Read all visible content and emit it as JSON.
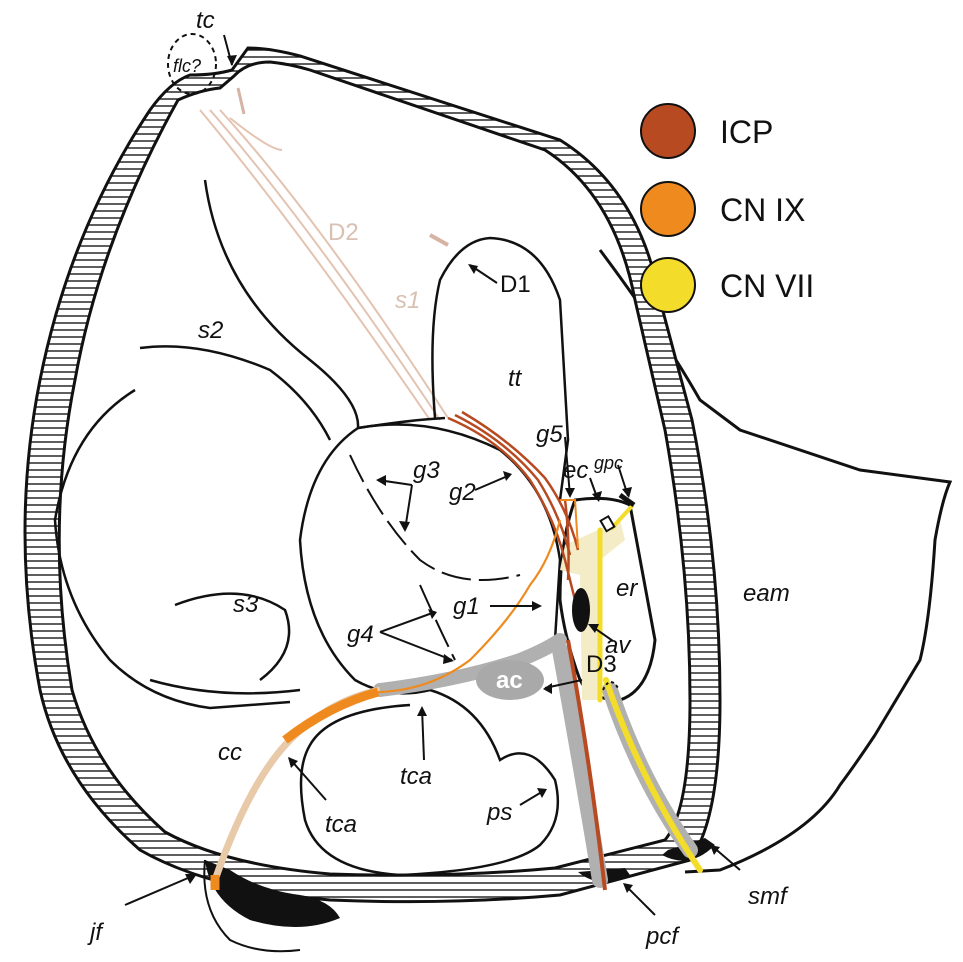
{
  "legend": [
    {
      "label": "ICP",
      "color": "#b84a22"
    },
    {
      "label": "CN IX",
      "color": "#ee8a1e"
    },
    {
      "label": "CN VII",
      "color": "#f3dc2a"
    }
  ],
  "labels": {
    "tc": "tc",
    "flc": "flc?",
    "d1": "D1",
    "d2": "D2",
    "d3": "D3",
    "s1": "s1",
    "s2": "s2",
    "s3": "s3",
    "tt": "tt",
    "g1": "g1",
    "g2": "g2",
    "g3": "g3",
    "g4": "g4",
    "g5": "g5",
    "ec": "ec",
    "gpc": "gpc",
    "er": "er",
    "eam": "eam",
    "av": "av",
    "ac": "ac",
    "cc": "cc",
    "tca_left": "tca",
    "tca_center": "tca",
    "ps": "ps",
    "jf": "jf",
    "pcf": "pcf",
    "smf": "smf"
  },
  "colors": {
    "icp": "#b84a22",
    "cn_ix": "#ee8a1e",
    "cn_vii": "#f3dc2a",
    "faint_nerve": "#e3c3b1",
    "canal_fill": "#f3ecc6",
    "grey_canal": "#b0b0b0"
  }
}
